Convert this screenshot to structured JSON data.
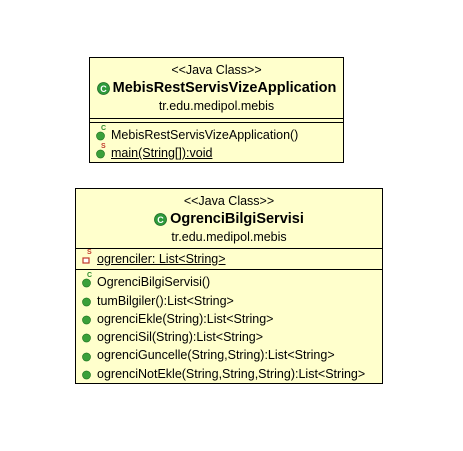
{
  "colors": {
    "class_fill": "#ffffcc",
    "border": "#000000",
    "class_icon": "#2e9a3a",
    "public_method": "#3aa03a",
    "constructor_marker": "#2e8b2e",
    "private_field": "#c0392b",
    "static_marker": "#c0392b"
  },
  "classes": [
    {
      "stereotype": "<<Java Class>>",
      "name": "MebisRestServisVizeApplication",
      "icon": "class-icon",
      "package": "tr.edu.medipol.mebis",
      "fields": [],
      "methods": [
        {
          "text": "MebisRestServisVizeApplication()",
          "icon": "public-method-icon",
          "marker": "C",
          "marker_icon": "constructor-marker-icon",
          "underline": false
        },
        {
          "text": "main(String[]):void",
          "icon": "public-method-icon",
          "marker": "S",
          "marker_icon": "static-marker-icon",
          "underline": true
        }
      ]
    },
    {
      "stereotype": "<<Java Class>>",
      "name": "OgrenciBilgiServisi",
      "icon": "class-icon",
      "package": "tr.edu.medipol.mebis",
      "fields": [
        {
          "text": "ogrenciler: List<String>",
          "icon": "private-field-icon",
          "marker": "S",
          "marker_icon": "static-marker-icon",
          "underline": true
        }
      ],
      "methods": [
        {
          "text": "OgrenciBilgiServisi()",
          "icon": "public-method-icon",
          "marker": "C",
          "marker_icon": "constructor-marker-icon",
          "underline": false
        },
        {
          "text": "tumBilgiler():List<String>",
          "icon": "public-method-icon",
          "marker": "",
          "underline": false
        },
        {
          "text": "ogrenciEkle(String):List<String>",
          "icon": "public-method-icon",
          "marker": "",
          "underline": false
        },
        {
          "text": "ogrenciSil(String):List<String>",
          "icon": "public-method-icon",
          "marker": "",
          "underline": false
        },
        {
          "text": "ogrenciGuncelle(String,String):List<String>",
          "icon": "public-method-icon",
          "marker": "",
          "underline": false
        },
        {
          "text": "ogrenciNotEkle(String,String,String):List<String>",
          "icon": "public-method-icon",
          "marker": "",
          "underline": false
        }
      ]
    }
  ]
}
